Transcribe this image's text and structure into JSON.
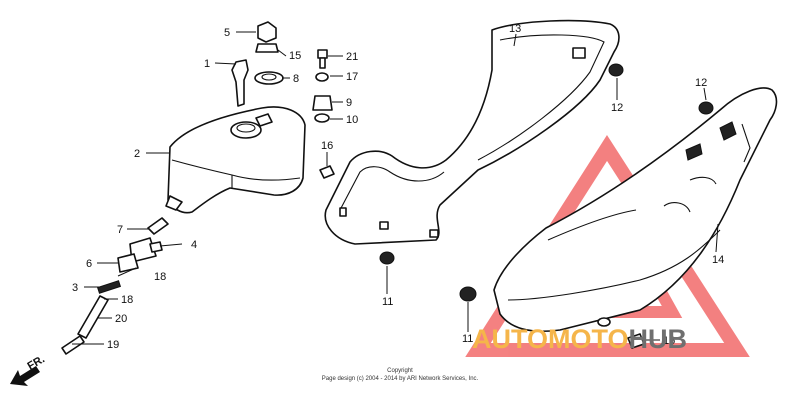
{
  "diagram": {
    "callouts": [
      "1",
      "2",
      "3",
      "4",
      "5",
      "6",
      "7",
      "8",
      "9",
      "10",
      "11",
      "11",
      "12",
      "12",
      "13",
      "14",
      "15",
      "16",
      "16",
      "17",
      "18",
      "18",
      "19",
      "20",
      "21"
    ],
    "direction_label": "FR.",
    "copyright": {
      "line1": "Copyright",
      "line2": "Page design (c) 2004 - 2014 by ARI Network Services, Inc."
    },
    "watermark": {
      "part1": "AUTOMOTO",
      "part2": "HUB",
      "color1": "#f5b54a",
      "color2": "#6f6f6f",
      "triangle_color": "#f26b6b"
    }
  }
}
